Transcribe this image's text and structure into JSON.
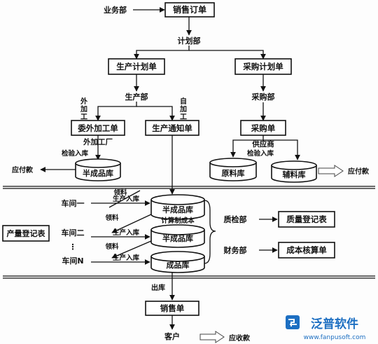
{
  "nodes": {
    "sales_dept": "业务部",
    "sales_order": "销售订单",
    "planning_dept": "计划部",
    "production_plan": "生产计划单",
    "purchase_plan": "采购计划单",
    "production_dept": "生产部",
    "outsource_label_chars": [
      "外",
      "加",
      "工"
    ],
    "self_process_chars": [
      "自",
      "加",
      "工"
    ],
    "purchase_dept": "采购部",
    "outsource_order": "委外加工单",
    "production_notice": "生产通知单",
    "purchase_order": "采购单",
    "outsource_factory": "外加工厂",
    "supplier": "供应商",
    "inspect_stock_in_left": "检验入库",
    "inspect_stock_in_right": "检验入库",
    "accounts_payable_left": "应付款",
    "accounts_payable_right": "应付款",
    "semi_finished_store_top": "半成品库",
    "raw_material_store": "原料库",
    "auxiliary_material_store": "辅料库",
    "workshop_1": "车间一",
    "workshop_2": "车间二",
    "workshop_dots": "⋮",
    "workshop_n": "车间N",
    "production_register": "产量登记表",
    "material_pick_1": "领料",
    "material_pick_2": "领料",
    "material_pick_3": "领料",
    "production_stock_in_1": "生产入库",
    "production_stock_in_2": "生产入库",
    "production_stock_in_3": "生产入库",
    "semi_finished_store_mid": "半成品库",
    "semi_finished_store_low": "半成品库",
    "finished_store": "成品库",
    "cost_calc": "计算制成本",
    "qc_dept": "质检部",
    "quality_register": "质量登记表",
    "finance_dept": "财务部",
    "cost_accounting": "成本核算单",
    "outbound": "出库",
    "sales_slip": "销售单",
    "customer": "客户",
    "accounts_receivable": "应收款"
  },
  "logo": {
    "brand": "泛普软件",
    "url": "www.fanpusoft.com"
  },
  "colors": {
    "line": "#111111",
    "logo_blue": "#1d6fc2"
  }
}
